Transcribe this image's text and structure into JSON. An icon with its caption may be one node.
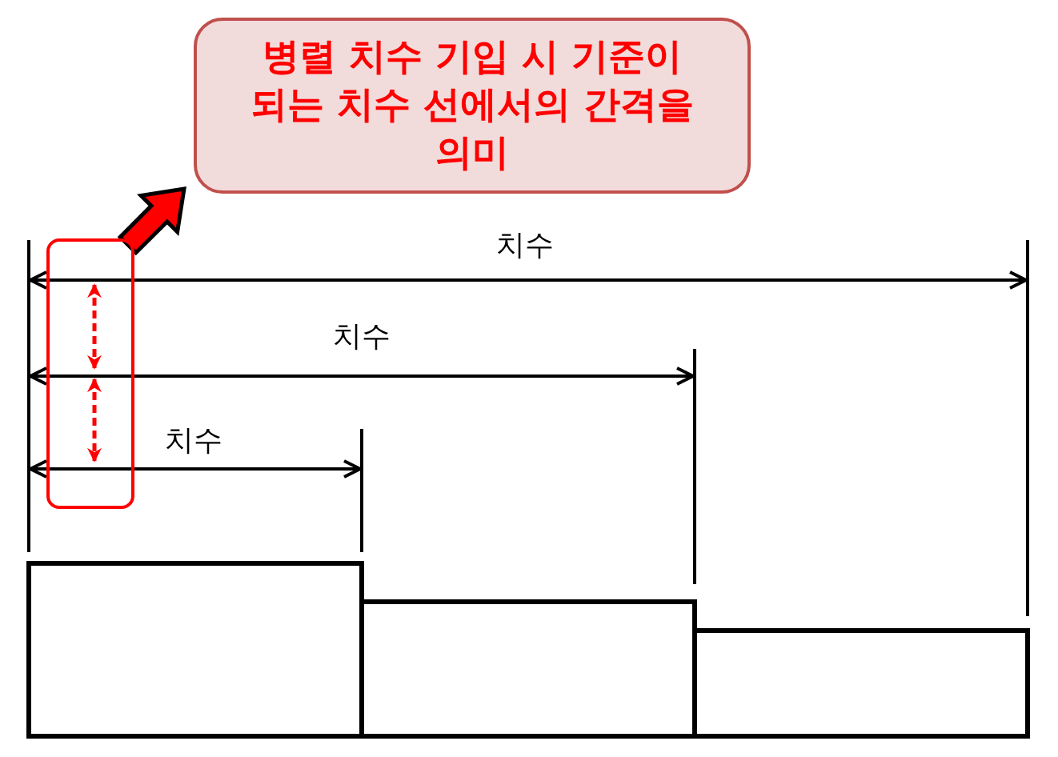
{
  "diagram": {
    "nodes": [
      {
        "text": [
          "병렬 치수 기입 시 기준이 되는 치수 선에서의 간격을 의미"
        ]
      },
      {
        "text": [],
        "shape": "box"
      }
    ],
    "edges": [
      {
        "from": 1,
        "to": 0,
        "arrow": "to"
      }
    ],
    "labels": [
      "치수",
      "치수",
      "치수"
    ]
  }
}
